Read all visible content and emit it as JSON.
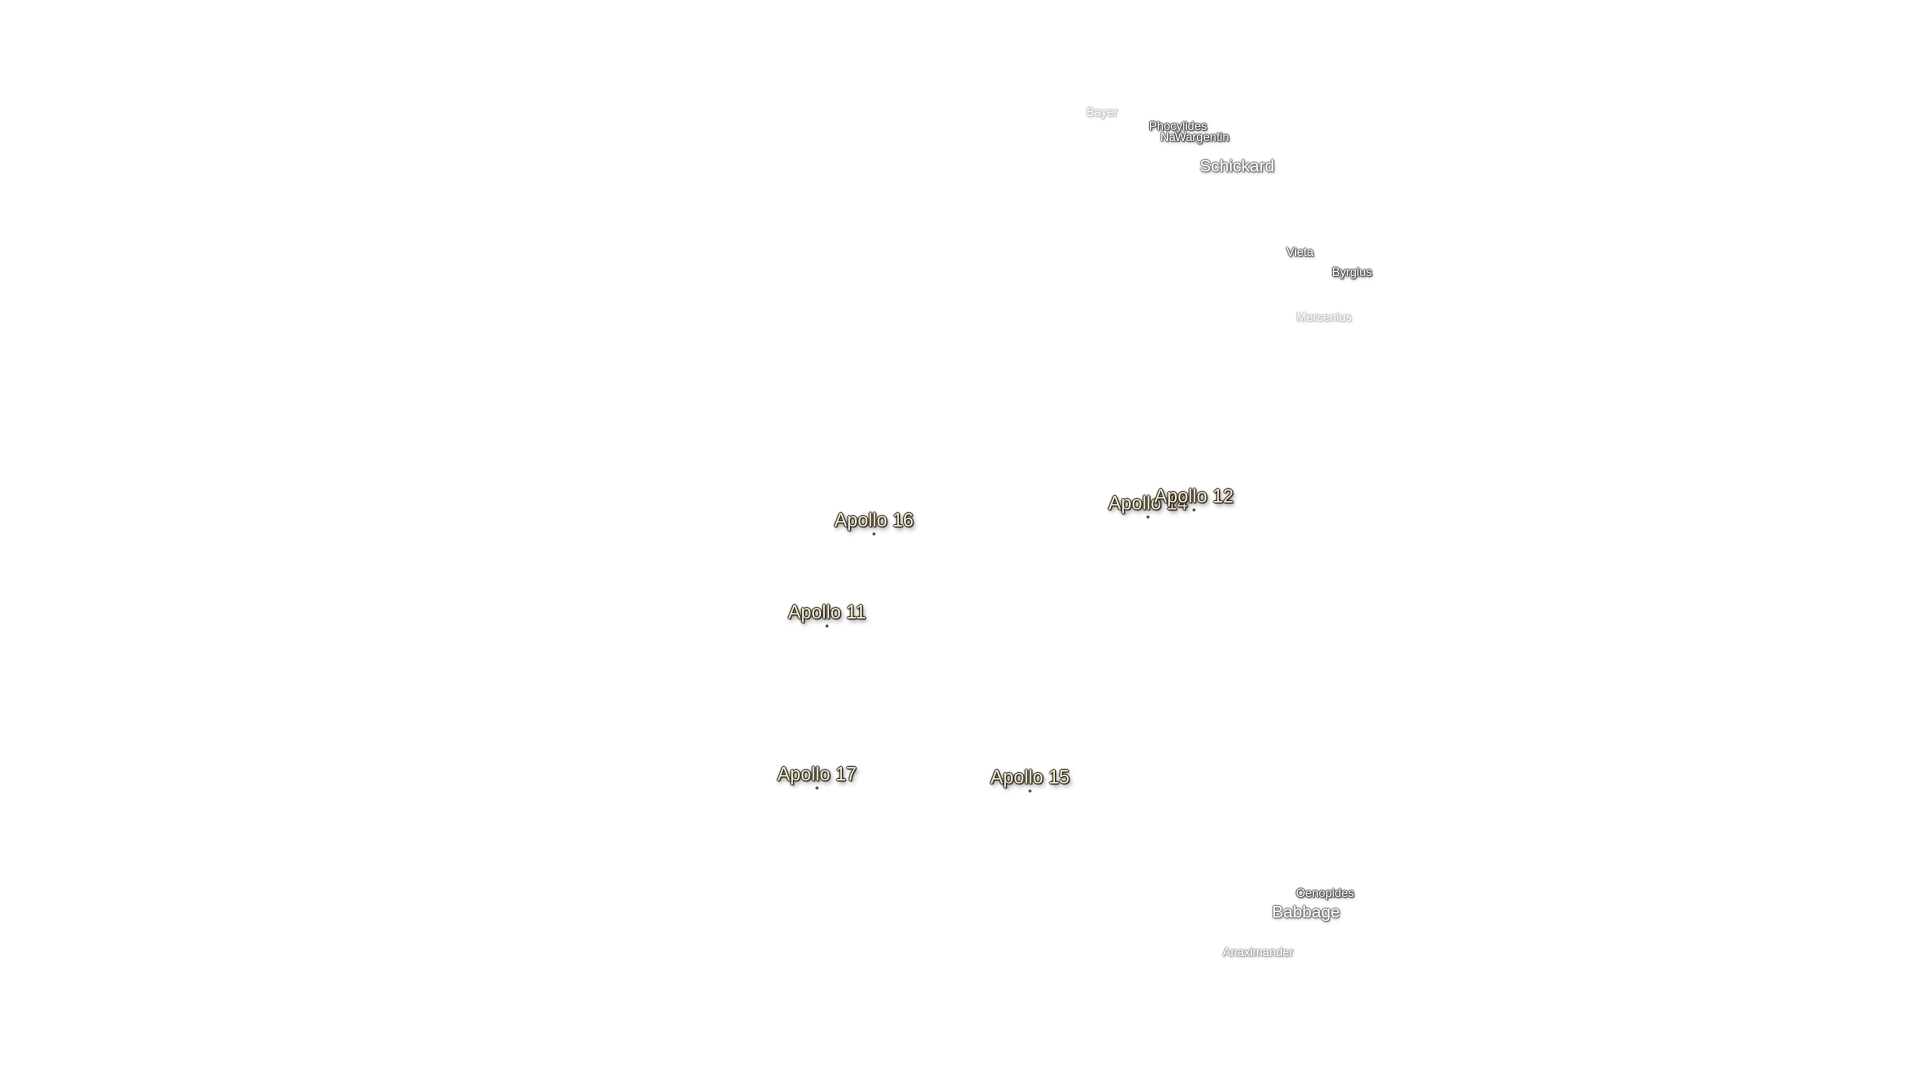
{
  "map": {
    "apollo_sites": [
      {
        "id": "apollo-16",
        "label": "Apollo 16"
      },
      {
        "id": "apollo-14",
        "label": "Apollo 14"
      },
      {
        "id": "apollo-12",
        "label": "Apollo 12"
      },
      {
        "id": "apollo-11",
        "label": "Apollo 11"
      },
      {
        "id": "apollo-17",
        "label": "Apollo 17"
      },
      {
        "id": "apollo-15",
        "label": "Apollo 15"
      }
    ],
    "craters": [
      {
        "id": "bayer",
        "label": "Bayer"
      },
      {
        "id": "phocylides",
        "label": "Phocylides"
      },
      {
        "id": "nasmyth",
        "label": "Na"
      },
      {
        "id": "wargentin",
        "label": "Wargentin"
      },
      {
        "id": "schickard",
        "label": "Schickard"
      },
      {
        "id": "vieta",
        "label": "Vieta"
      },
      {
        "id": "byrgius",
        "label": "Byrgius"
      },
      {
        "id": "mersenius",
        "label": "Mersenius"
      },
      {
        "id": "oenopides",
        "label": "Oenopides"
      },
      {
        "id": "babbage",
        "label": "Babbage"
      },
      {
        "id": "anaximander",
        "label": "Anaximander"
      }
    ],
    "colors": {
      "apollo_text": "#f4ecd6",
      "apollo_shadow": "#2a2418",
      "crater_text": "#ffffff",
      "background": "#ffffff"
    }
  }
}
